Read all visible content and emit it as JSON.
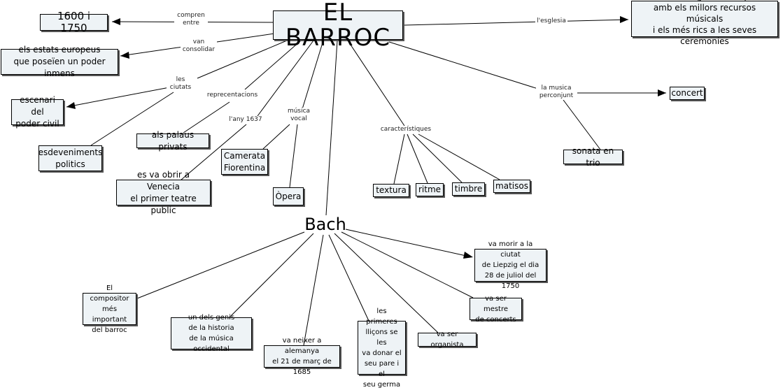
{
  "title": "EL BARROC",
  "nodes": {
    "dates": "1600 i 1750",
    "church_competition": "instucions religioses competien\namb els millors recursos músicals\ni els més rics a les seves ceremonies",
    "european_states": "els estats europeus\nque poseïen un poder inmens",
    "civil_power": "escenari del\npoder civil",
    "political_events": "esdeveniments\npolitics",
    "private_palaces": "als palaus privats",
    "venice_theatre": "es va obrir a Venecia\nel primer teatre public",
    "camerata": "Camerata\nFiorentina",
    "opera": "Òpera",
    "textura": "textura",
    "ritme": "ritme",
    "timbre": "timbre",
    "matisos": "matisos",
    "concert": "concert",
    "sonata": "sonata en trio",
    "bach": "Bach",
    "b_composer": "El compositor\nmés important\ndel barroc",
    "b_genius": "un dels genis\nde la historia\nde la música occidental",
    "b_born": "va neixer a alemanya\nel 21 de març de 1685",
    "b_lessons": "les primeres\nlliçons se les\nva donar el\nseu pare i el\nseu germa",
    "b_organist": "va ser organista",
    "b_master": "va ser mestre\nde concerts",
    "b_died": "va morir a la ciutat\nde Liepzig el dia\n28 de juliol del 1750"
  },
  "labels": {
    "comprenen": "compren\nentre",
    "consolidar": "van\nconsolidar",
    "ciutats": "les\nciutats",
    "representacions": "reprecentacions",
    "any": "l'any 1637",
    "vocal": "música\nvocal",
    "caracteristiques": "característiques",
    "esglesia": "l'esglesia",
    "perconjunt": "la musica\nperconjunt"
  }
}
